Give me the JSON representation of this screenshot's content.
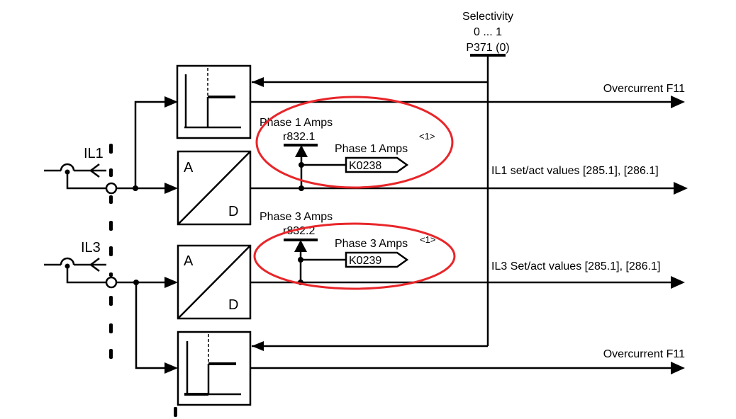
{
  "selectivity": {
    "label": "Selectivity",
    "range": "0 ... 1",
    "param": "P371 (0)"
  },
  "outputs": {
    "overcurrent_top": "Overcurrent F11",
    "overcurrent_bottom": "Overcurrent F11",
    "il1_values": "IL1 set/act values  [285.1], [286.1]",
    "il3_values": "IL3 Set/act values  [285.1], [286.1]"
  },
  "inputs": {
    "il1": "IL1",
    "il3": "IL3"
  },
  "adc": {
    "top_a": "A",
    "top_d": "D",
    "bottom_a": "A",
    "bottom_d": "D"
  },
  "phase1": {
    "title": "Phase 1 Amps",
    "param": "r832.1",
    "connector_label": "Phase 1 Amps",
    "connector": "K0238",
    "footnote": "<1>"
  },
  "phase3": {
    "title": "Phase 3 Amps",
    "param": "r832.2",
    "connector_label": "Phase 3 Amps",
    "connector": "K0239",
    "footnote": "<1>"
  },
  "colors": {
    "highlight": "#e8262a",
    "line": "#000000"
  }
}
